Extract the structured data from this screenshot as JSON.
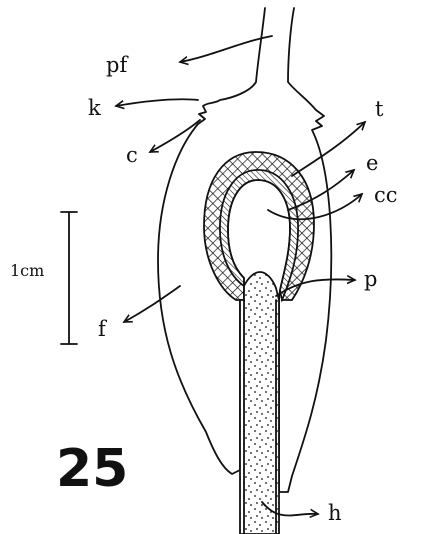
{
  "figure": {
    "number": "25",
    "scale_bar": "1cm",
    "labels": {
      "pf": "pf",
      "k": "k",
      "c": "c",
      "t": "t",
      "e": "e",
      "cc": "cc",
      "p": "p",
      "f": "f",
      "h": "h"
    }
  }
}
